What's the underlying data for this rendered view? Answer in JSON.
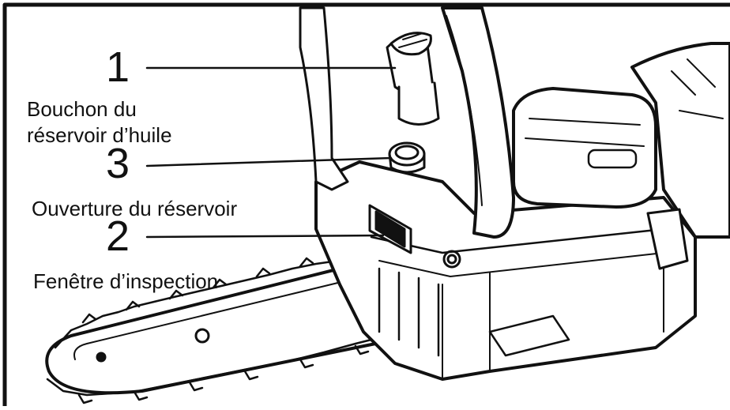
{
  "callouts": [
    {
      "number": "1",
      "label": "Bouchon du réservoir d’huile"
    },
    {
      "number": "3",
      "label": "Ouverture du réservoir"
    },
    {
      "number": "2",
      "label": "Fenêtre d’inspection"
    }
  ],
  "colors": {
    "line": "#111111",
    "background": "#ffffff"
  }
}
